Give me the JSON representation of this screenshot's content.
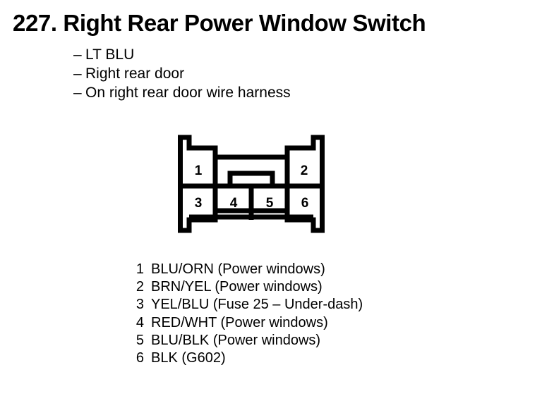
{
  "page": {
    "background_color": "#ffffff",
    "ink_color": "#000000"
  },
  "title": {
    "number": "227.",
    "text": "227. Right Rear Power Window Switch",
    "name_only": "Right Rear Power Window Switch"
  },
  "attributes": {
    "bullet": "–",
    "items": [
      {
        "text": "LT BLU"
      },
      {
        "text": "Right rear door"
      },
      {
        "text": "On right rear door wire harness"
      }
    ]
  },
  "connector": {
    "label": "6-pin connector",
    "top_row_pins": [
      "1",
      "2"
    ],
    "bottom_row_pins": [
      "3",
      "4",
      "5",
      "6"
    ],
    "outline_color": "#000000",
    "fill_color": "#ffffff"
  },
  "pin_legend": {
    "rows": [
      {
        "num": "1",
        "desc": "BLU/ORN (Power windows)"
      },
      {
        "num": "2",
        "desc": "BRN/YEL (Power windows)"
      },
      {
        "num": "3",
        "desc": "YEL/BLU (Fuse 25 – Under-dash)"
      },
      {
        "num": "4",
        "desc": "RED/WHT (Power windows)"
      },
      {
        "num": "5",
        "desc": "BLU/BLK (Power windows)"
      },
      {
        "num": "6",
        "desc": "BLK (G602)"
      }
    ]
  }
}
